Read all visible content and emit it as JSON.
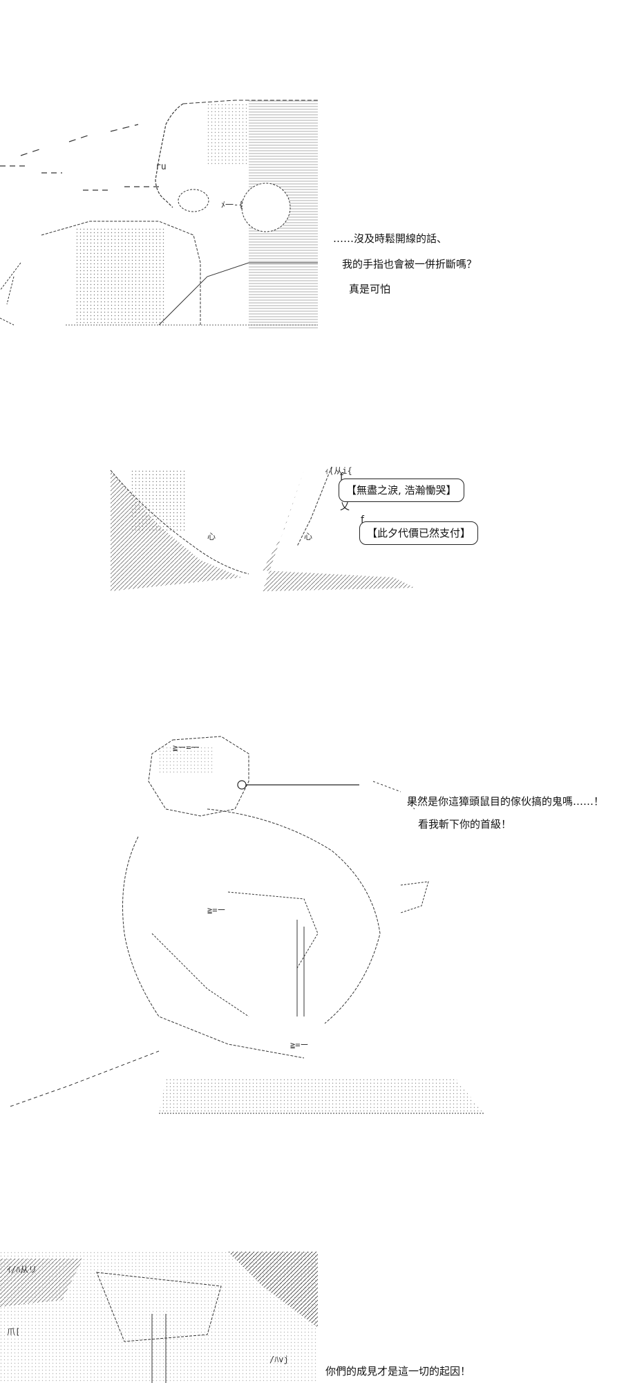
{
  "panel1": {
    "lines": [
      "……沒及時鬆開線的話、",
      "我的手指也會被一併折斷嗎？",
      "真是可怕"
    ]
  },
  "panel2": {
    "bubble1": "【無盡之淚, 浩瀚慟哭】",
    "bubble2": "【此夕代價已然支付】"
  },
  "panel3": {
    "line1": "果然是你這獐頭鼠目的傢伙搞的鬼嗎……！",
    "line2": "看我斬下你的首級！"
  },
  "panel4": {
    "line1": "你們的成見才是這一切的起因！"
  }
}
